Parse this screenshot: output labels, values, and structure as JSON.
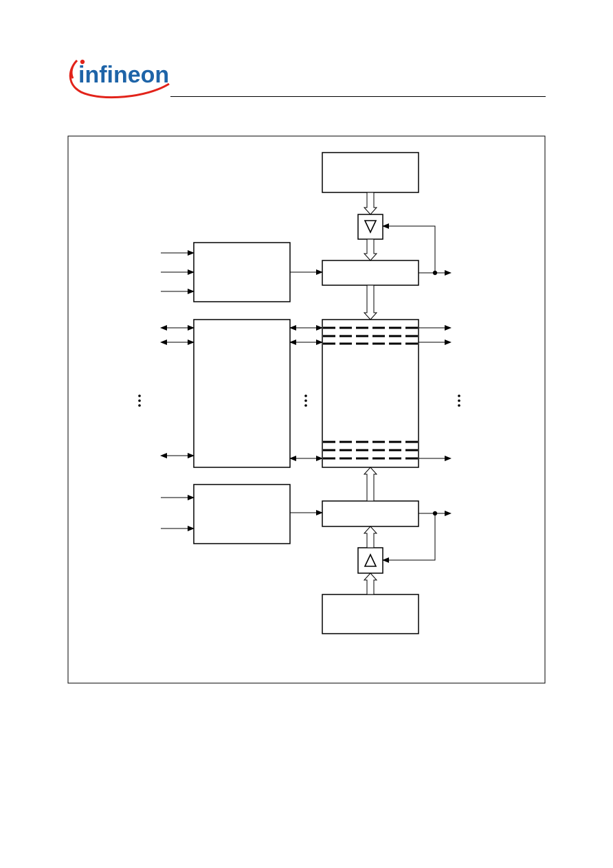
{
  "brand": {
    "logo_text": "infineon",
    "logo_color": "#1e64a8",
    "swoosh_color": "#e2231a"
  },
  "diagram": {
    "blocks": [
      {
        "id": "top-source-block"
      },
      {
        "id": "top-shift-buffer",
        "symbol": "▽"
      },
      {
        "id": "top-register-block"
      },
      {
        "id": "upper-left-control-block"
      },
      {
        "id": "left-io-block"
      },
      {
        "id": "center-array-block"
      },
      {
        "id": "bottom-register-block"
      },
      {
        "id": "lower-left-control-block"
      },
      {
        "id": "bottom-shift-buffer",
        "symbol": "△"
      },
      {
        "id": "bottom-source-block"
      }
    ],
    "ellipses": [
      "left-ellipsis",
      "center-ellipsis",
      "right-ellipsis"
    ]
  }
}
